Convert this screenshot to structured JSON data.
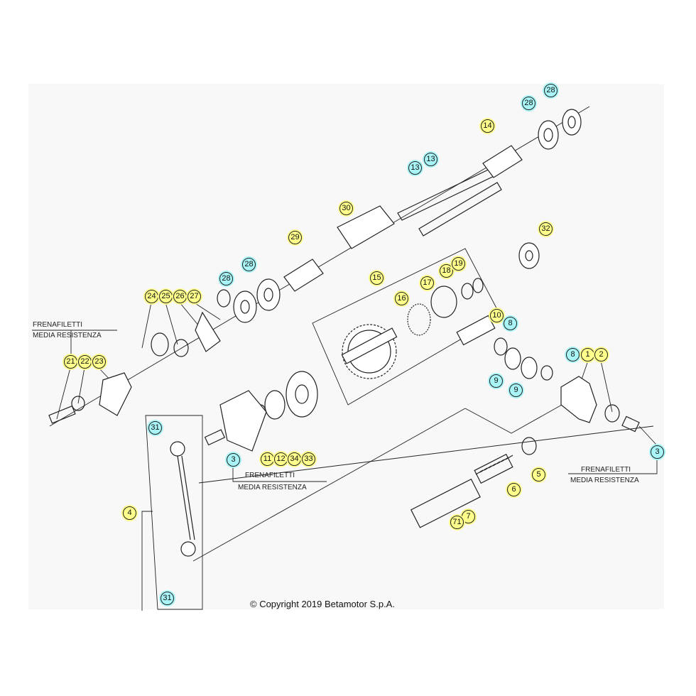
{
  "colors": {
    "yellow": "#ffff8c",
    "cyan": "#a8f4f6",
    "background": "#f8f8f8"
  },
  "notes": {
    "left": {
      "line1": "FRENAFILETTI",
      "line2": "MEDIA RESISTENZA"
    },
    "middle": {
      "line1": "FRENAFILETTI",
      "line2": "MEDIA RESISTENZA"
    },
    "right": {
      "line1": "FRENAFILETTI",
      "line2": "MEDIA RESISTENZA"
    }
  },
  "callouts": [
    {
      "n": "28",
      "c": "c"
    },
    {
      "n": "28",
      "c": "c"
    },
    {
      "n": "14",
      "c": "y"
    },
    {
      "n": "13",
      "c": "c"
    },
    {
      "n": "13",
      "c": "c"
    },
    {
      "n": "30",
      "c": "y"
    },
    {
      "n": "32",
      "c": "y"
    },
    {
      "n": "29",
      "c": "y"
    },
    {
      "n": "28",
      "c": "c"
    },
    {
      "n": "28",
      "c": "c"
    },
    {
      "n": "15",
      "c": "y"
    },
    {
      "n": "17",
      "c": "y"
    },
    {
      "n": "18",
      "c": "y"
    },
    {
      "n": "19",
      "c": "y"
    },
    {
      "n": "16",
      "c": "y"
    },
    {
      "n": "24",
      "c": "y"
    },
    {
      "n": "25",
      "c": "y"
    },
    {
      "n": "26",
      "c": "y"
    },
    {
      "n": "27",
      "c": "y"
    },
    {
      "n": "10",
      "c": "y"
    },
    {
      "n": "8",
      "c": "c"
    },
    {
      "n": "8",
      "c": "c"
    },
    {
      "n": "1",
      "c": "y"
    },
    {
      "n": "2",
      "c": "y"
    },
    {
      "n": "9",
      "c": "c"
    },
    {
      "n": "9",
      "c": "c"
    },
    {
      "n": "21",
      "c": "y"
    },
    {
      "n": "22",
      "c": "y"
    },
    {
      "n": "23",
      "c": "y"
    },
    {
      "n": "31",
      "c": "c"
    },
    {
      "n": "31",
      "c": "c"
    },
    {
      "n": "3",
      "c": "c"
    },
    {
      "n": "11",
      "c": "y"
    },
    {
      "n": "12",
      "c": "y"
    },
    {
      "n": "34",
      "c": "y"
    },
    {
      "n": "33",
      "c": "y"
    },
    {
      "n": "4",
      "c": "y"
    },
    {
      "n": "5",
      "c": "y"
    },
    {
      "n": "6",
      "c": "y"
    },
    {
      "n": "7",
      "c": "y"
    },
    {
      "n": "71",
      "c": "y"
    },
    {
      "n": "3",
      "c": "c"
    }
  ],
  "copyright": "© Copyright 2019 Betamotor S.p.A."
}
